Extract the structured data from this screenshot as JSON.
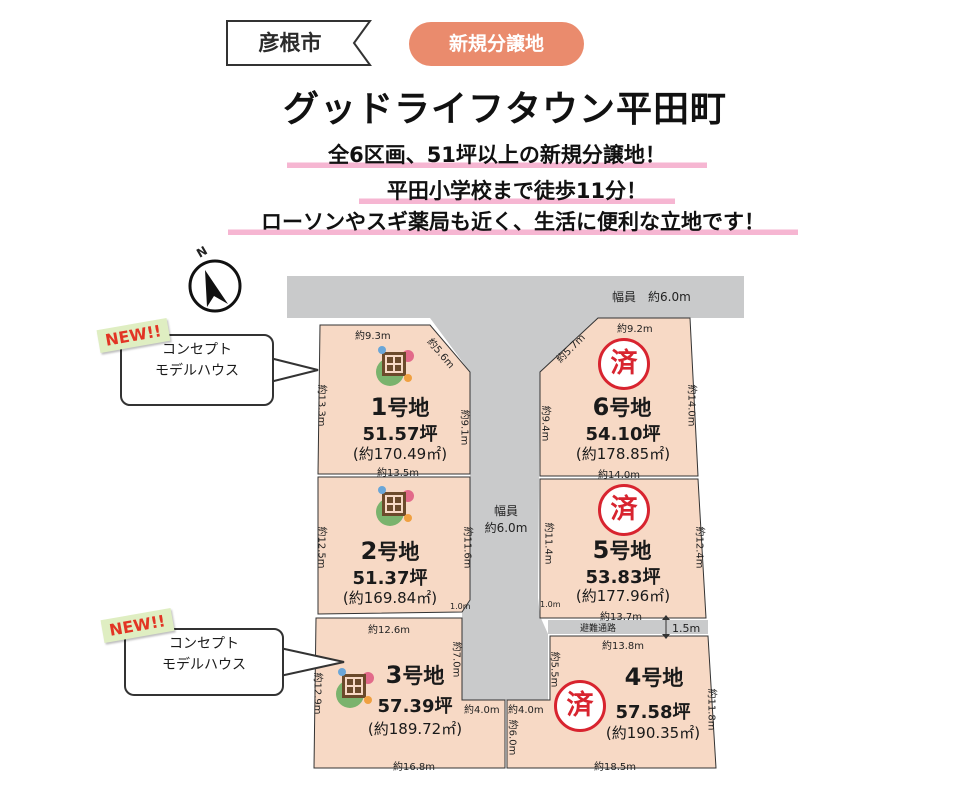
{
  "header": {
    "city": "彦根市",
    "badge": "新規分譲地",
    "title": "グッドライフタウン平田町",
    "taglines": [
      "全6区画、51坪以上の新規分譲地！",
      "平田小学校まで徒歩11分！",
      "ローソンやスギ薬局も近く、生活に便利な立地です！"
    ]
  },
  "compass": {
    "label": "N"
  },
  "roads": {
    "top": "幅員　約6.0m",
    "center_line1": "幅員",
    "center_line2": "約6.0m",
    "path": "避難通路",
    "path_width": "1.5m"
  },
  "lots": [
    {
      "no": "1",
      "suffix": "号地",
      "tsubo": "51.57坪",
      "sqm": "(約170.49㎡)",
      "status": "concept"
    },
    {
      "no": "2",
      "suffix": "号地",
      "tsubo": "51.37坪",
      "sqm": "(約169.84㎡)",
      "status": "model"
    },
    {
      "no": "3",
      "suffix": "号地",
      "tsubo": "57.39坪",
      "sqm": "(約189.72㎡)",
      "status": "concept"
    },
    {
      "no": "4",
      "suffix": "号地",
      "tsubo": "57.58坪",
      "sqm": "(約190.35㎡)",
      "status": "sold"
    },
    {
      "no": "5",
      "suffix": "号地",
      "tsubo": "53.83坪",
      "sqm": "(約177.96㎡)",
      "status": "sold"
    },
    {
      "no": "6",
      "suffix": "号地",
      "tsubo": "54.10坪",
      "sqm": "(約178.85㎡)",
      "status": "sold"
    }
  ],
  "sold_mark": "済",
  "callouts": [
    {
      "new": "NEW!!",
      "line1": "コンセプト",
      "line2": "モデルハウス"
    },
    {
      "new": "NEW!!",
      "line1": "コンセプト",
      "line2": "モデルハウス"
    }
  ],
  "dims": {
    "l1_top": "約9.3m",
    "l1_diag": "約5.6m",
    "l1_left": "約13.3m",
    "l1_right": "約9.1m",
    "l1_bottom": "約13.5m",
    "l2_left": "約12.5m",
    "l2_right": "約11.6m",
    "l2_corner": "1.0m",
    "l3_top": "約12.6m",
    "l3_right": "約7.0m",
    "l3_left": "約12.9m",
    "l3_mid": "約4.0m",
    "l3_drop": "約6.0m",
    "l3_bottom": "約16.8m",
    "l6_top": "約9.2m",
    "l6_diag": "約5.7m",
    "l6_left": "約9.4m",
    "l6_right": "約14.0m",
    "l6_bottom": "約14.0m",
    "l5_left": "約11.4m",
    "l5_right": "約12.4m",
    "l5_corner": "1.0m",
    "l5_bottom": "約13.7m",
    "l4_top": "約13.8m",
    "l4_left": "約5.5m",
    "l4_mid": "約4.0m",
    "l4_right": "約11.8m",
    "l4_bottom": "約18.5m"
  },
  "colors": {
    "lot": "#f7d9c5",
    "road": "#c9cacb",
    "sold": "#d8242f",
    "highlight": "#f6b6d2",
    "badge": "#ea8b6d"
  }
}
